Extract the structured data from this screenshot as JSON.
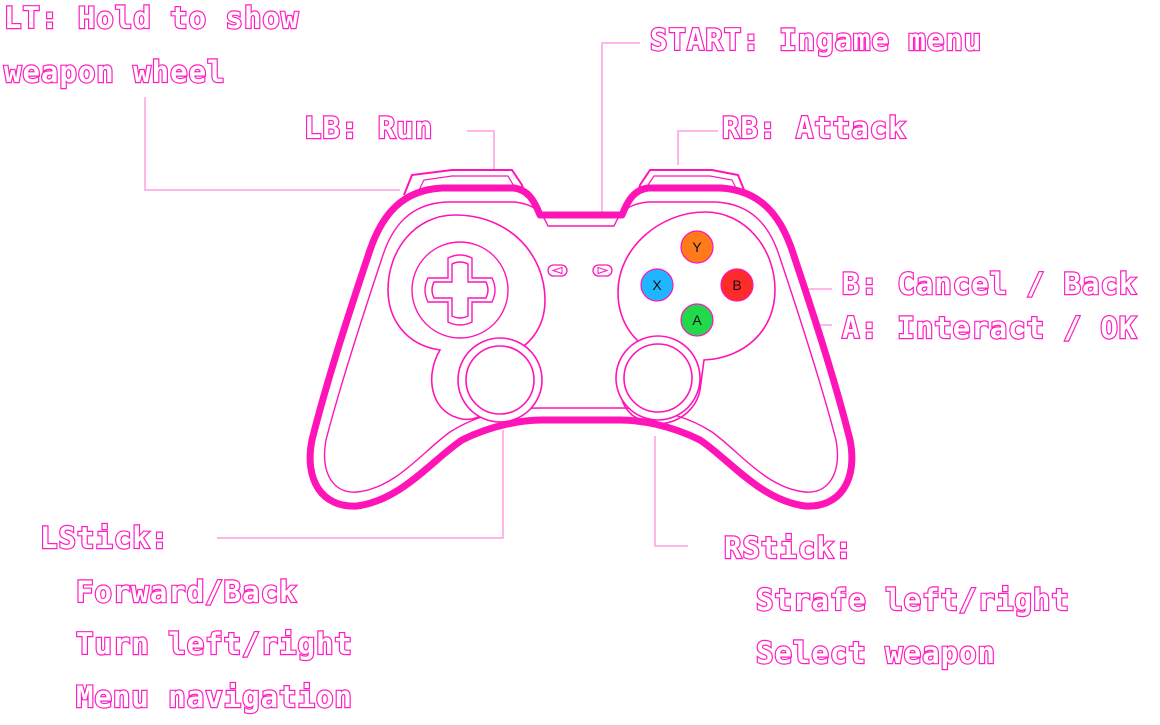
{
  "colors": {
    "accent": "#ff14b8",
    "thin_line": "#ff9fe3",
    "y": "#ff7a1a",
    "x": "#1fb6ff",
    "b": "#ff2b2b",
    "a": "#21d94a"
  },
  "labels": {
    "lt_line1": "LT: Hold to show",
    "lt_line2": "weapon wheel",
    "start": "START: Ingame menu",
    "lb": "LB: Run",
    "rb": "RB: Attack",
    "b": "B: Cancel / Back",
    "a": "A: Interact / OK",
    "lstick_title": "LStick:",
    "lstick_1": "Forward/Back",
    "lstick_2": "Turn left/right",
    "lstick_3": "Menu navigation",
    "rstick_title": "RStick:",
    "rstick_1": "Strafe left/right",
    "rstick_2": "Select weapon"
  },
  "buttons": {
    "y": "Y",
    "x": "X",
    "b": "B",
    "a": "A"
  },
  "icons": {
    "back": "left-triangle-icon",
    "start": "right-triangle-icon",
    "dpad": "dpad-icon"
  }
}
